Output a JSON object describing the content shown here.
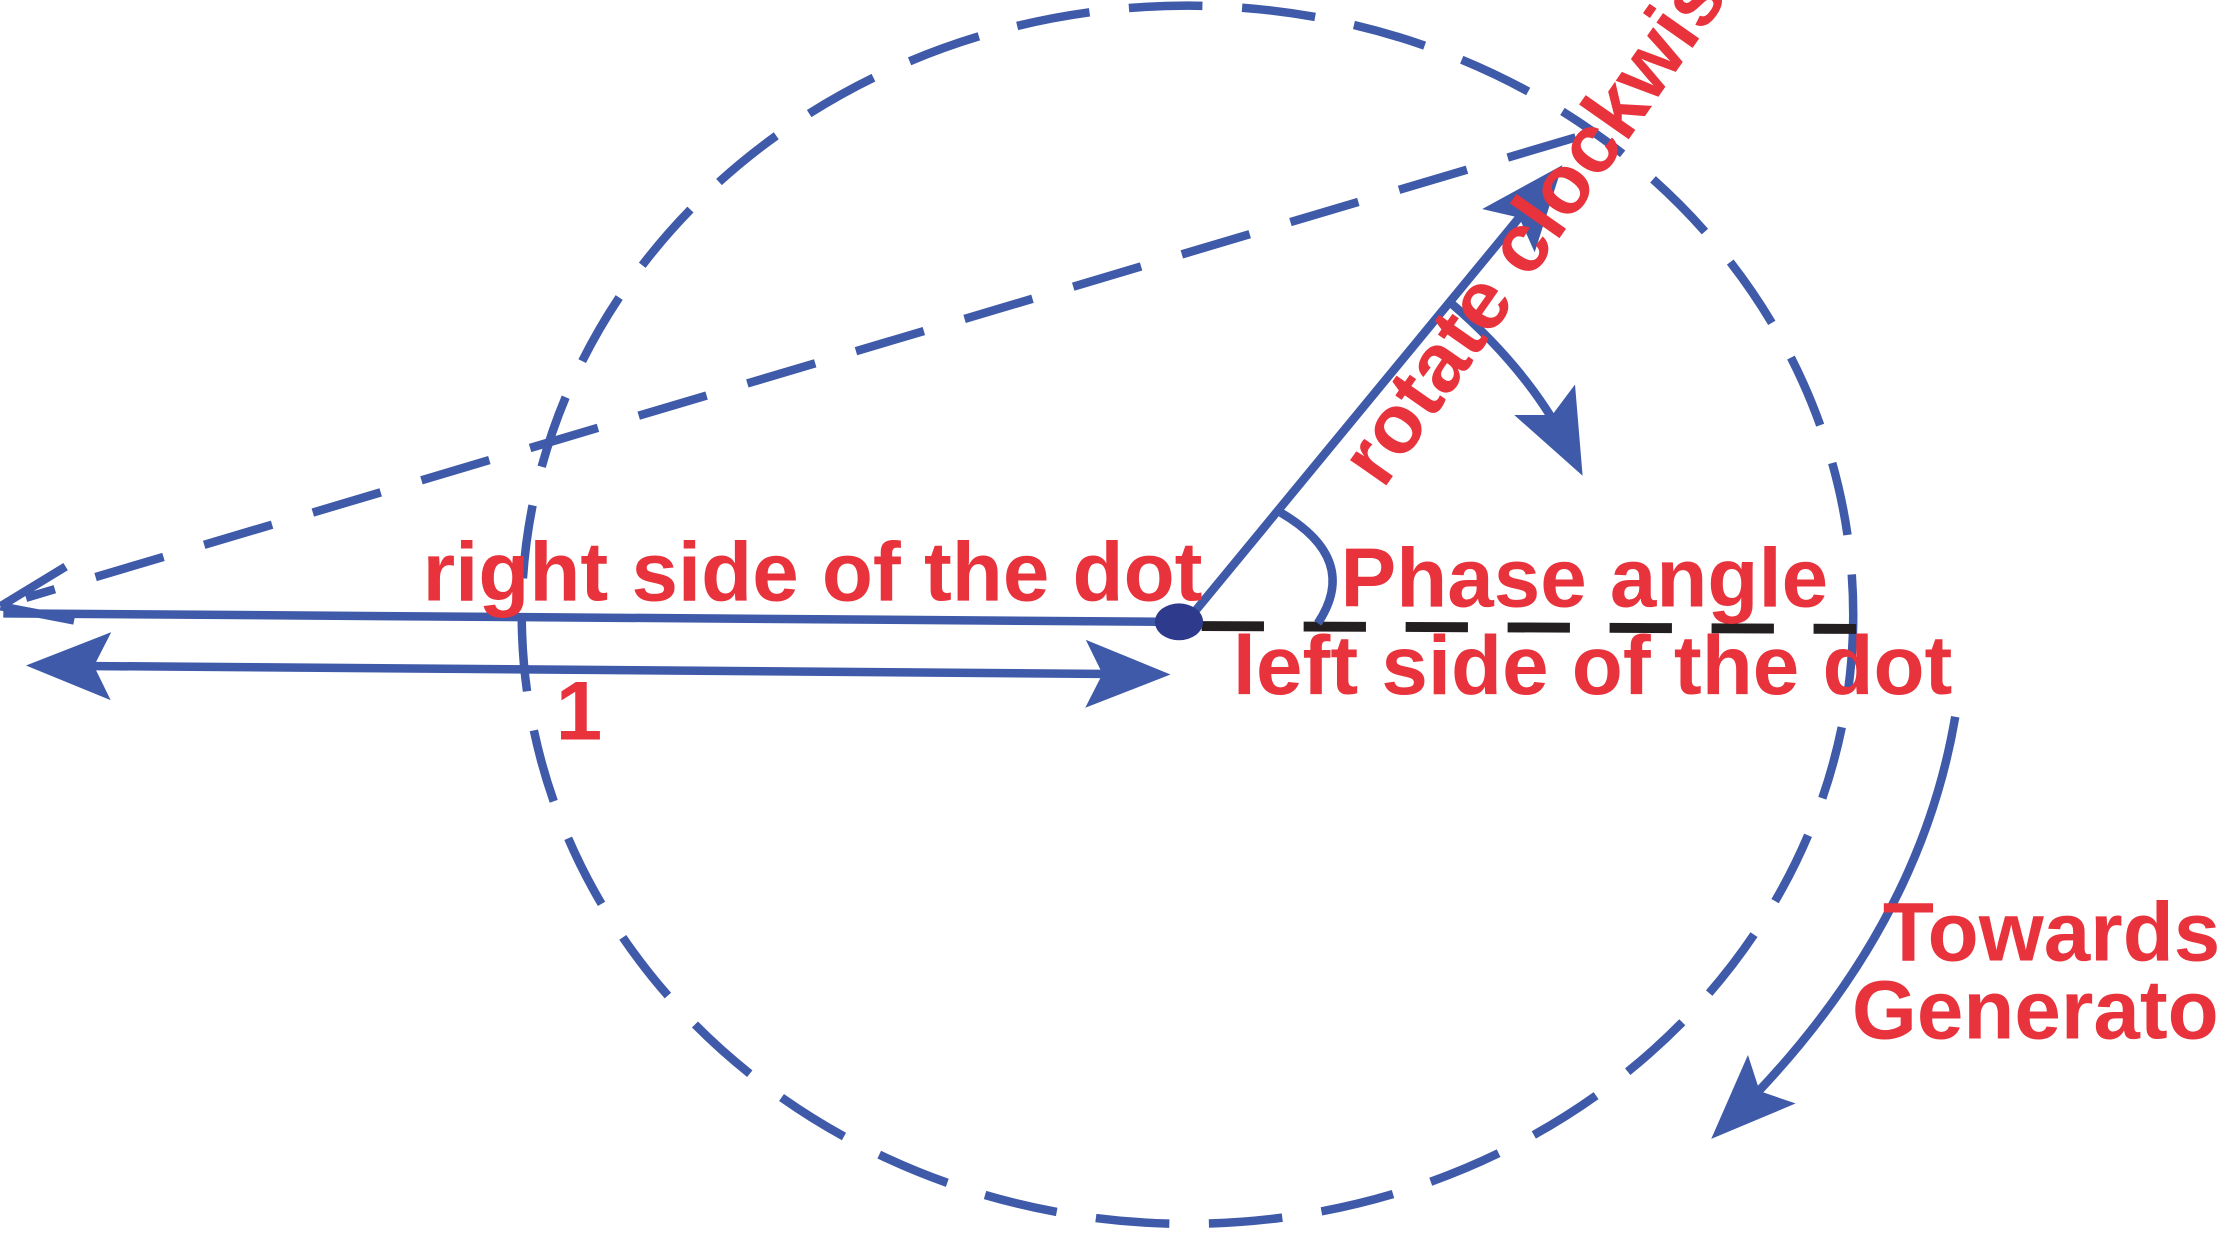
{
  "colors": {
    "blue": "#3f5aa8",
    "red": "#e8323c",
    "black": "#231f20",
    "dot": "#2e3a8c"
  },
  "labels": {
    "right_side": "right side of the dot",
    "left_side": "left side of the dot",
    "phase_angle": "Phase angle",
    "rotate": "rotate clockwise",
    "unit": "1",
    "towards_line1": "Towards",
    "towards_line2": "Generator"
  }
}
